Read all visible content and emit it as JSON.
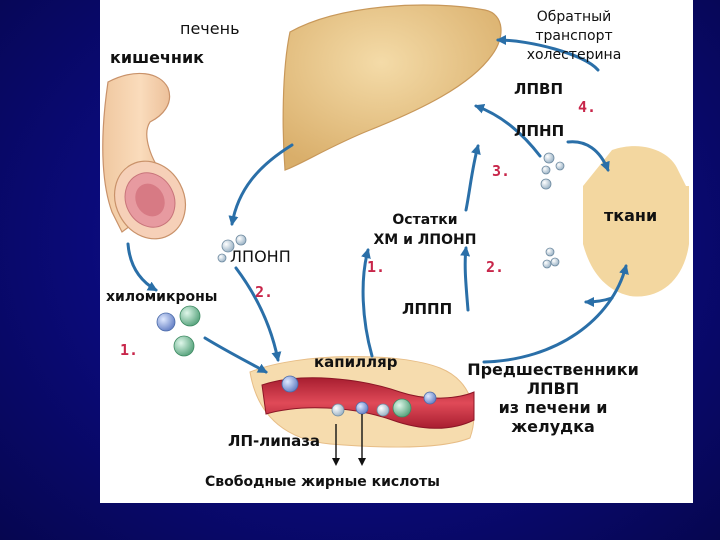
{
  "labels": {
    "liver": "печень",
    "intestine": "кишечник",
    "reverse_transport": [
      "Обратный",
      "транспорт",
      "холестерина"
    ],
    "hdl": "ЛПВП",
    "ldl": "ЛПНП",
    "vldl": "ЛПОНП",
    "remnants": [
      "Остатки",
      "ХМ и ЛПОНП"
    ],
    "tissues": "ткани",
    "chylomicrons": "хиломикроны",
    "idl": "ЛППП",
    "capillary": "капилляр",
    "hdl_precursors": [
      "Предшественники",
      "ЛПВП",
      "из печени и",
      "желудка"
    ],
    "lp_lipase": "ЛП-липаза",
    "free_fatty_acids": "Свободные жирные кислоты"
  },
  "steps": {
    "step_1_left": "1.",
    "step_2_left": "2.",
    "step_1_center": "1.",
    "step_2_center": "2.",
    "step_3": "3.",
    "step_4": "4."
  },
  "colors": {
    "background": "#0a0a6e",
    "panel": "#ffffff",
    "arrow": "#2a6fa8",
    "step_number": "#c8264a",
    "liver": "#e6c48a",
    "tissue": "#f3d7a0",
    "vessel": "#c4283a"
  }
}
